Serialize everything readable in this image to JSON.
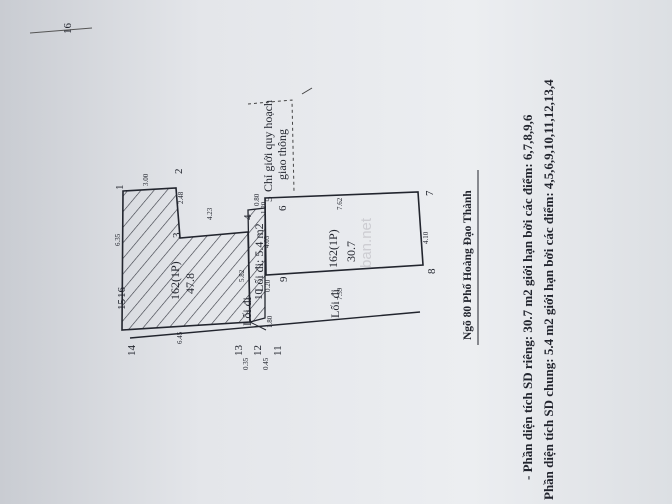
{
  "points": {
    "p1": "1",
    "p2": "2",
    "p3": "3",
    "p4": "4",
    "p5": "5",
    "p6": "6",
    "p7": "7",
    "p8": "8",
    "p9": "9",
    "p10": "10",
    "p11": "11",
    "p12": "12",
    "p13": "13",
    "p14": "14",
    "p15": "15",
    "p16": "16",
    "p16b": "16"
  },
  "dims": {
    "d300": "3.00",
    "d635": "6.35",
    "d248": "2.48",
    "d423": "4.23",
    "d080": "0.80",
    "d120": "1.20",
    "d762": "7.62",
    "d582": "5.82",
    "d403": "4.03",
    "d020": "0.20",
    "d410": "4.10",
    "d759": "7.59",
    "d645": "6.45",
    "d035": "0.35",
    "d045": "0.45",
    "d180": "1.80"
  },
  "parcel_a": {
    "name": "162(1P)",
    "area": "47.8"
  },
  "parcel_b": {
    "name": "162(1P)",
    "area": "30.7"
  },
  "shared": {
    "path": "Lối đi: 5.4 m2",
    "label": "Lối đi",
    "label2": "Lối đi"
  },
  "road_boundary": {
    "line1": "Chỉ giới quy hoạch",
    "line2": "giao thông"
  },
  "address": "Ngõ 80 Phố Hoàng Đạo Thành",
  "watermark": "ban.net",
  "notes": {
    "private": "- Phần diện tích SD riêng: 30.7 m2 giới hạn bởi các điểm: 6,7,8,9,6",
    "shared": "Phần diện tích SD chung: 5.4 m2 giới hạn bởi các điểm: 4,5,6,9,10,11,12,13,4"
  },
  "colors": {
    "ink": "#22252e",
    "paper": "#eceef1"
  }
}
